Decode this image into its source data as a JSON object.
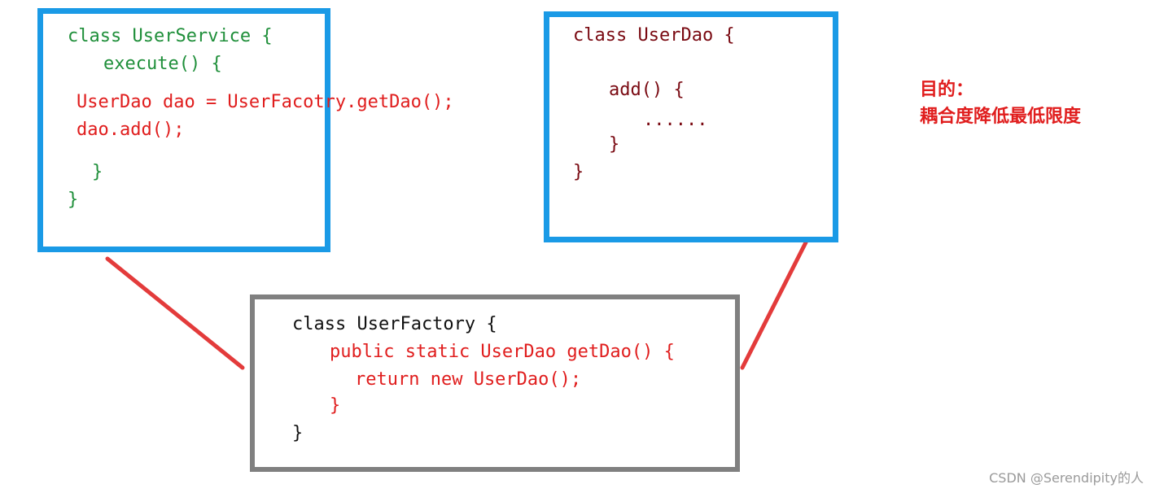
{
  "user_service": {
    "line1": "class UserService {",
    "line2": "execute() {",
    "line3": "UserDao dao = UserFacotry.getDao();",
    "line4": "dao.add();",
    "line5": "}",
    "line6": "}"
  },
  "user_dao": {
    "line1": "class UserDao {",
    "line2": "add() {",
    "line3": "......",
    "line4": "}",
    "line5": "}"
  },
  "user_factory": {
    "line1": "class UserFactory {",
    "line2": "public static UserDao getDao() {",
    "line3": "return new UserDao();",
    "line4": "}",
    "line5": "}"
  },
  "note": {
    "title": "目的：",
    "body": "耦合度降低最低限度"
  },
  "watermark": "CSDN @Serendipity的人",
  "colors": {
    "box_border": "#1a9ae6",
    "factory_border": "#808080",
    "connector": "#e33b3b",
    "green_code": "#1f8f3a",
    "dark_red_code": "#7a0a12",
    "red_code": "#e01d1d"
  }
}
